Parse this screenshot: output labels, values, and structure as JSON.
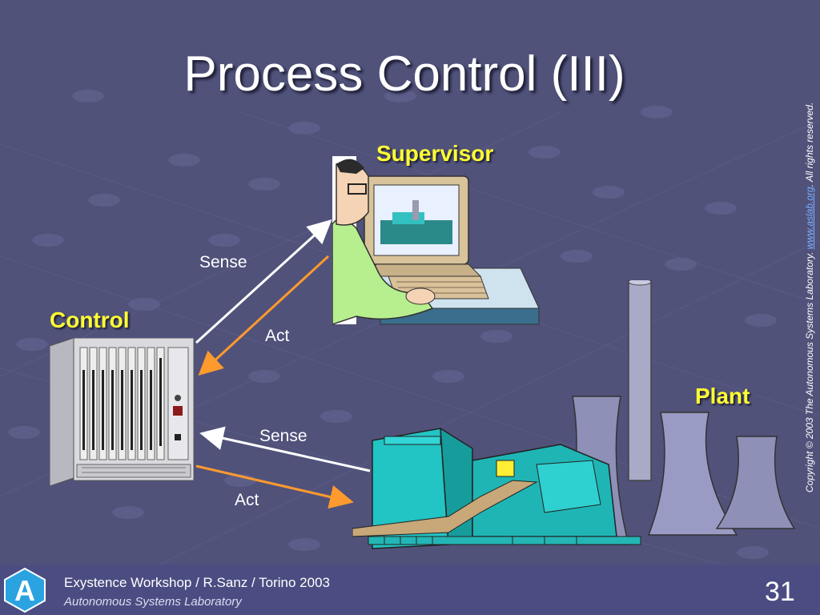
{
  "slide": {
    "title": "Process Control (III)",
    "labels": {
      "supervisor": "Supervisor",
      "control": "Control",
      "plant": "Plant",
      "sense_top": "Sense",
      "act_top": "Act",
      "sense_bottom": "Sense",
      "act_bottom": "Act"
    },
    "copyright_prefix": "Copyright © 2003 The Autonomous Systems Laboratory. ",
    "copyright_url": "www.aslab.org",
    "copyright_suffix": ". All rights reserved."
  },
  "footer": {
    "logo_letter": "A",
    "line1": "Exystence Workshop / R.Sanz / Torino 2003",
    "line2": "Autonomous Systems Laboratory",
    "page_number": "31"
  },
  "colors": {
    "background": "#50527a",
    "label_yellow": "#ffff33",
    "sense_arrow": "#ffffff",
    "act_arrow": "#ff9a2e"
  }
}
